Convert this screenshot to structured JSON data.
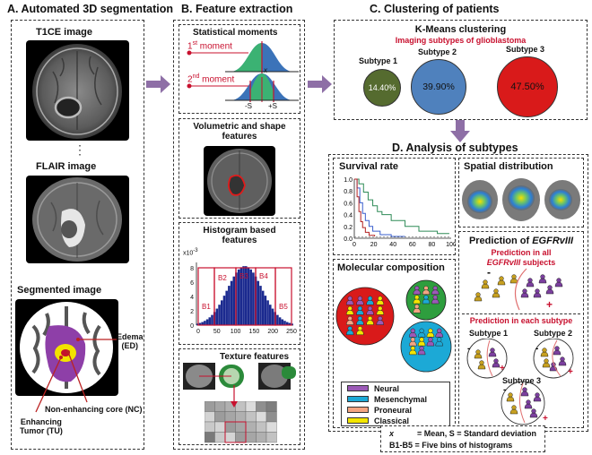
{
  "sections": {
    "a": "A. Automated 3D segmentation",
    "b": "B. Feature extraction",
    "c": "C. Clustering of patients",
    "d": "D. Analysis of subtypes"
  },
  "panel_a": {
    "t1ce": "T1CE image",
    "flair": "FLAIR image",
    "segmented": "Segmented image",
    "edema": "Edema",
    "edema_abbr": "(ED)",
    "ncore": "Non-enhancing core (NC)",
    "enh1": "Enhancing",
    "enh2": "Tumor (TU)",
    "dots": "⋮"
  },
  "panel_b": {
    "moments": "Statistical moments",
    "m1": "1",
    "m1_sup": "st",
    "m1_word": " moment",
    "m2": "2",
    "m2_sup": "nd",
    "m2_word": " moment",
    "x": "x",
    "neg_s": "-S",
    "pos_s": "+S",
    "volumetric1": "Volumetric and shape",
    "volumetric2": "features",
    "hist1": "Histogram based",
    "hist2": "features",
    "hist_exp": "x10",
    "hist_exp_sup": "-3",
    "bins": [
      "B1",
      "B2",
      "B3",
      "B4",
      "B5"
    ],
    "y_ticks": [
      "8",
      "6",
      "4",
      "2",
      "0"
    ],
    "x_ticks": [
      "0",
      "50",
      "100",
      "150",
      "200",
      "250"
    ],
    "texture": "Texture features"
  },
  "panel_c": {
    "title": "K-Means clustering",
    "subtitle": "Imaging subtypes of glioblastoma",
    "subtypes": [
      {
        "name": "Subtype 1",
        "pct": "14.40%",
        "color": "#556b2f"
      },
      {
        "name": "Subtype 2",
        "pct": "39.90%",
        "color": "#4f81bd"
      },
      {
        "name": "Subtype 3",
        "pct": "47.50%",
        "color": "#d91a1a"
      }
    ]
  },
  "panel_d": {
    "survival": "Survival rate",
    "surv_y": [
      "1.0",
      "0.8",
      "0.6",
      "0.4",
      "0.2",
      "0.0"
    ],
    "surv_x": [
      "0",
      "20",
      "40",
      "60",
      "80",
      "100"
    ],
    "spatial": "Spatial distribution",
    "molecular": "Molecular composition",
    "legend": [
      {
        "label": "Neural",
        "color": "#9b59b6"
      },
      {
        "label": "Mesenchymal",
        "color": "#1ca9d6"
      },
      {
        "label": "Proneural",
        "color": "#f4a582"
      },
      {
        "label": "Classical",
        "color": "#f3e600"
      }
    ],
    "pred_title": "Prediction of ",
    "pred_gene": "EGFRvIII",
    "pred_all1": "Prediction in all",
    "pred_all2_gene": "EGFRvIII",
    "pred_all2": " subjects",
    "pred_each": "Prediction in each subtype",
    "st1": "Subtype 1",
    "st2": "Subtype 2",
    "st3": "Subtype 3",
    "minus": "-",
    "plus": "+"
  },
  "footnote": {
    "x": "x",
    "line1": "= Mean, S = Standard deviation",
    "line2": "B1-B5 = Five bins of histograms"
  }
}
